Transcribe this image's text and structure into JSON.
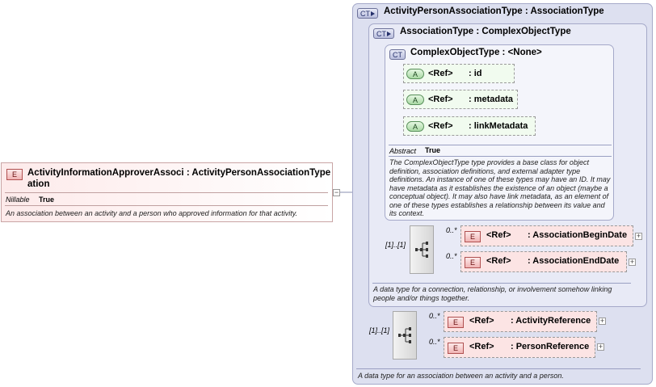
{
  "root_element": {
    "badge": "E",
    "name": "ActivityInformationApproverAssoci",
    "name_wrap": "ation",
    "type": ": ActivityPersonAssociationType",
    "nillable_label": "Nillable",
    "nillable_value": "True",
    "description": "An association between an activity and a person who approved information for that activity."
  },
  "outer_type": {
    "badge": "CT",
    "name": "ActivityPersonAssociationType",
    "base": ": AssociationType",
    "description": "A data type for an association between an activity and a person."
  },
  "association_type": {
    "badge": "CT",
    "name": "AssociationType",
    "base": ": ComplexObjectType",
    "description": "A data type for a connection, relationship, or involvement somehow linking people and/or things together."
  },
  "complex_object_type": {
    "badge": "CT",
    "name": "ComplexObjectType",
    "base": ": <None>",
    "abstract_label": "Abstract",
    "abstract_value": "True",
    "description": "The ComplexObjectType type provides a base class for object definition, association definitions, and external adapter type definitions. An instance of one of these types may have an ID. It may have metadata as it establishes the existence of an object (maybe a conceptual object). It may also have link metadata, as an element of one of these types establishes a relationship between its value and its context."
  },
  "attributes": [
    {
      "badge": "A",
      "ref": "<Ref>",
      "name": ": id"
    },
    {
      "badge": "A",
      "ref": "<Ref>",
      "name": ": metadata"
    },
    {
      "badge": "A",
      "ref": "<Ref>",
      "name": ": linkMetadata"
    }
  ],
  "association_sequence": {
    "multiplicity": "[1]..[1]",
    "elements": [
      {
        "badge": "E",
        "ref": "<Ref>",
        "name": ": AssociationBeginDate",
        "occurs": "0..*"
      },
      {
        "badge": "E",
        "ref": "<Ref>",
        "name": ": AssociationEndDate",
        "occurs": "0..*"
      }
    ]
  },
  "outer_sequence": {
    "multiplicity": "[1]..[1]",
    "elements": [
      {
        "badge": "E",
        "ref": "<Ref>",
        "name": ": ActivityReference",
        "occurs": "0..*"
      },
      {
        "badge": "E",
        "ref": "<Ref>",
        "name": ": PersonReference",
        "occurs": "0..*"
      }
    ]
  },
  "colors": {
    "element_fill": "#fce4e4",
    "attribute_fill": "#f1fbef",
    "complex_type_fill": "#dde0f0"
  }
}
